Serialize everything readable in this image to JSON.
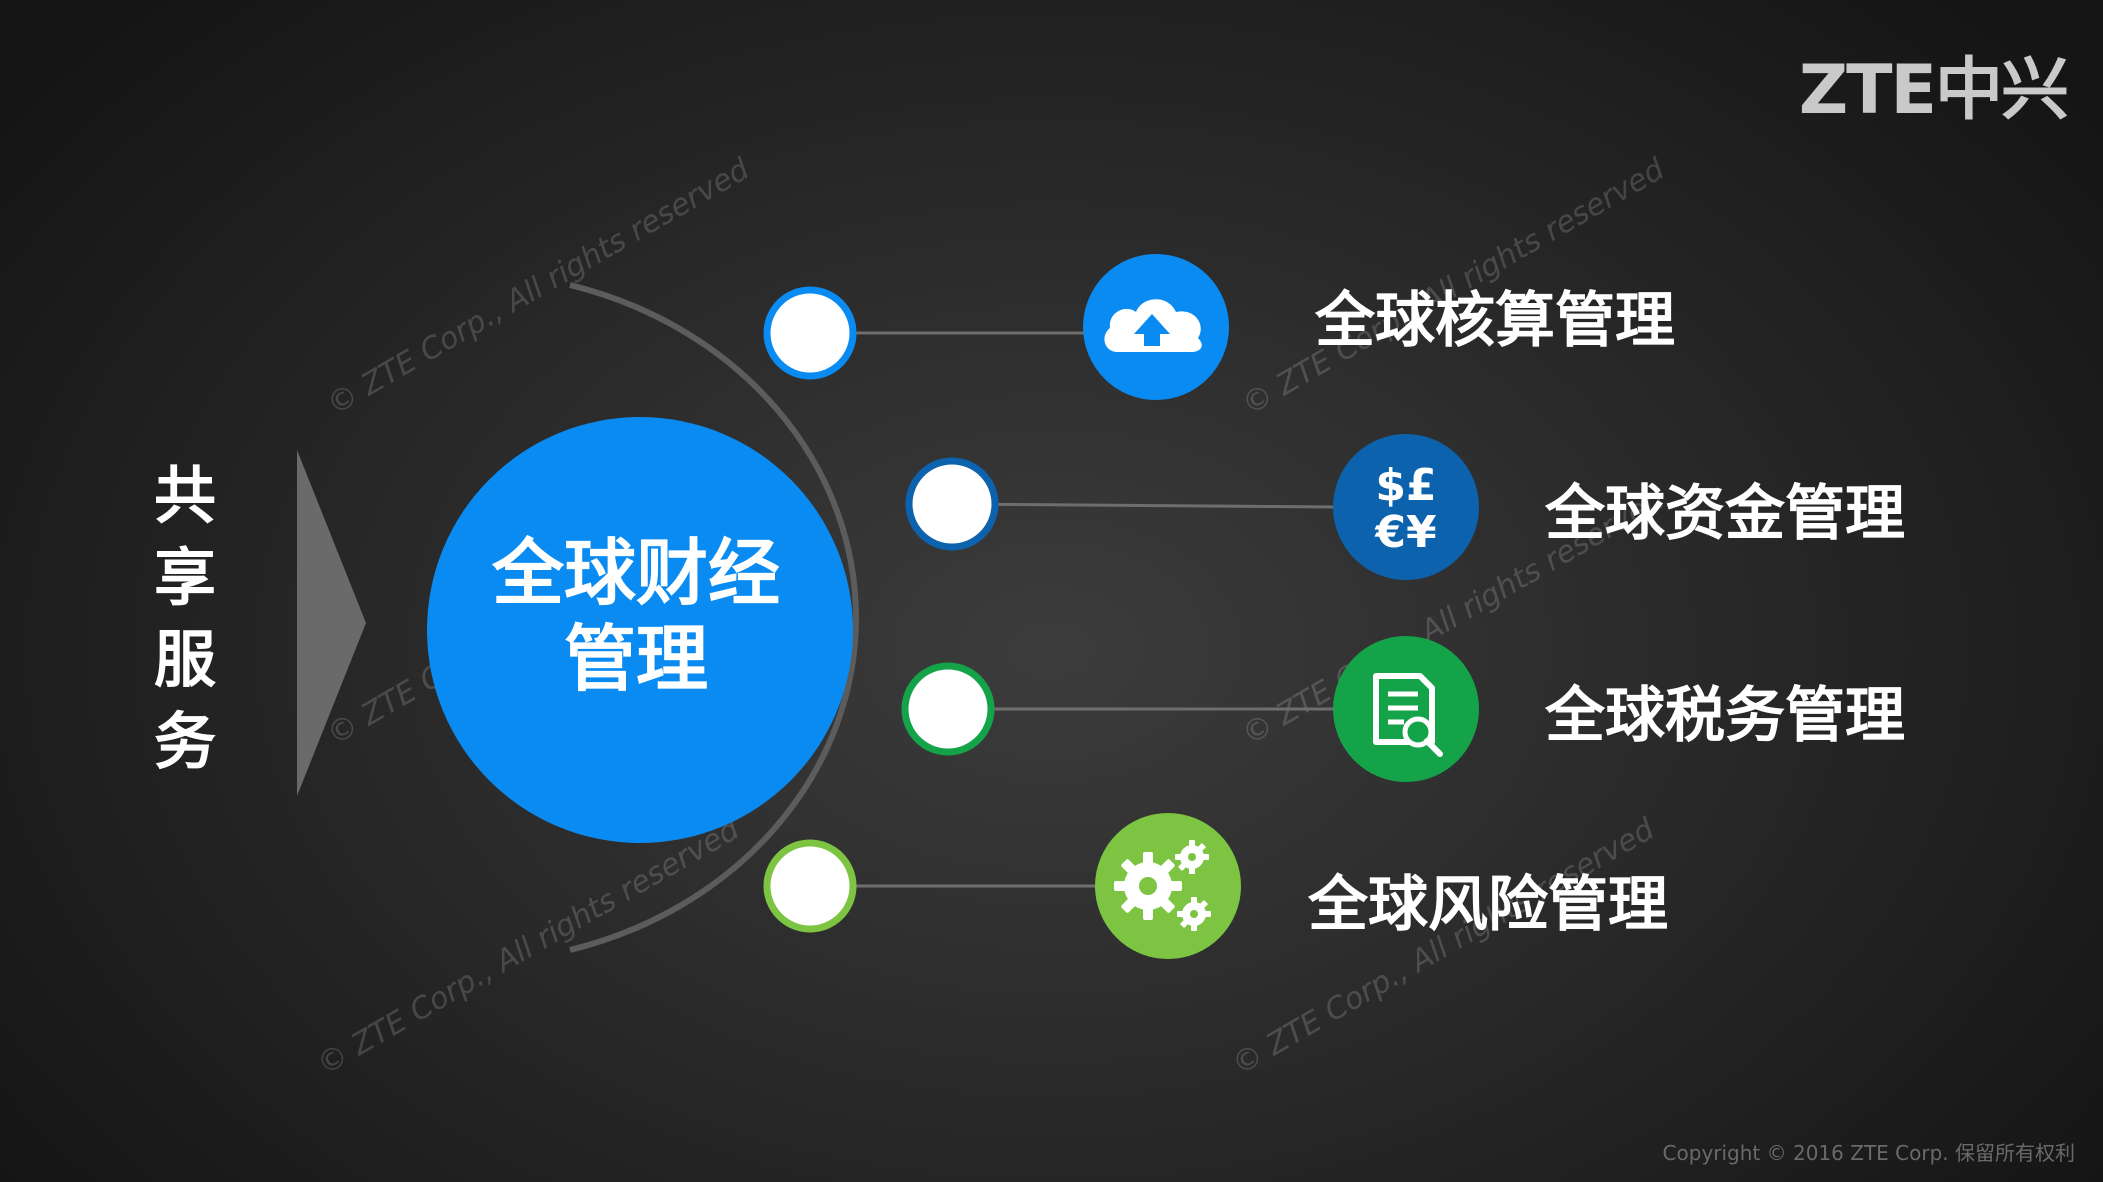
{
  "logo": {
    "text": "ZTE中兴"
  },
  "shared_services": {
    "chars": [
      "共",
      "享",
      "服",
      "务"
    ]
  },
  "center": {
    "title_line1": "全球财经",
    "title_line2": "管理",
    "color": "#0a8bf2"
  },
  "branches": [
    {
      "label": "全球核算管理",
      "icon": "cloud-upload-icon",
      "color": "#0a8bf2",
      "node_ring": "#0a8bf2"
    },
    {
      "label": "全球资金管理",
      "icon": "currency-icon",
      "icon_text_top": "$£",
      "icon_text_bottom": "€¥",
      "color": "#0d62ad",
      "node_ring": "#0d62ad"
    },
    {
      "label": "全球税务管理",
      "icon": "tax-document-icon",
      "color": "#15a34a",
      "node_ring": "#15a34a"
    },
    {
      "label": "全球风险管理",
      "icon": "gears-icon",
      "color": "#7cc442",
      "node_ring": "#7cc442"
    }
  ],
  "watermark": {
    "text": "© ZTE Corp., All rights reserved"
  },
  "copyright": {
    "text": "Copyright © 2016 ZTE Corp. 保留所有权利"
  }
}
